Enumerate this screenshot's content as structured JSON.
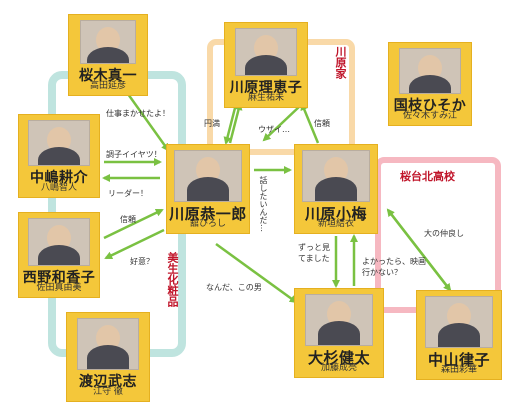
{
  "colors": {
    "card": "#f4c73a",
    "arrow": "#7ac142",
    "frame_teal": "#bfe4df",
    "frame_orange": "#f9d9a8",
    "frame_pink": "#f6b8c1",
    "group_title": "#c0152a"
  },
  "groups": {
    "kawahara_family": "川原家",
    "sakuradai_high": "桜台北高校",
    "bisei_cosmetics": "美生化粧品"
  },
  "characters": {
    "sakuragi": {
      "role": "桜木真一",
      "actor": "高田延彦"
    },
    "kawahara_rieko": {
      "role": "川原理恵子",
      "actor": "麻生祐未"
    },
    "kunieda": {
      "role": "国枝ひそか",
      "actor": "佐々木すみ江"
    },
    "nakajima": {
      "role": "中嶋耕介",
      "actor": "八嶋智人"
    },
    "kawahara_kyoichiro": {
      "role": "川原恭一郎",
      "actor": "舘ひろし"
    },
    "kawahara_koume": {
      "role": "川原小梅",
      "actor": "新垣結衣"
    },
    "nishino": {
      "role": "西野和香子",
      "actor": "佐田真由美"
    },
    "watanabe": {
      "role": "渡辺武志",
      "actor": "江守 徹"
    },
    "osugi": {
      "role": "大杉健太",
      "actor": "加藤成亮"
    },
    "nakayama": {
      "role": "中山律子",
      "actor": "森田彩華"
    }
  },
  "relations": {
    "sakuragi_to_kyoichiro": "仕事まかせたよ！",
    "nakajima_to_kyoichiro": "調子イイヤツ！",
    "kyoichiro_to_nakajima": "リーダー！",
    "nishino_to_kyoichiro": "信頼",
    "kyoichiro_to_nishino": "好意？",
    "rieko_kyoichiro": "円満",
    "rieko_koume": "ウザイ…",
    "koume_rieko": "信頼",
    "kyoichiro_to_koume": "話したいんだ…",
    "kyoichiro_to_osugi": "なんだ、この男",
    "osugi_to_koume": "ずっと見てました",
    "koume_to_osugi": "よかったら、映画行かない？",
    "koume_nakayama": "大の仲良し"
  }
}
